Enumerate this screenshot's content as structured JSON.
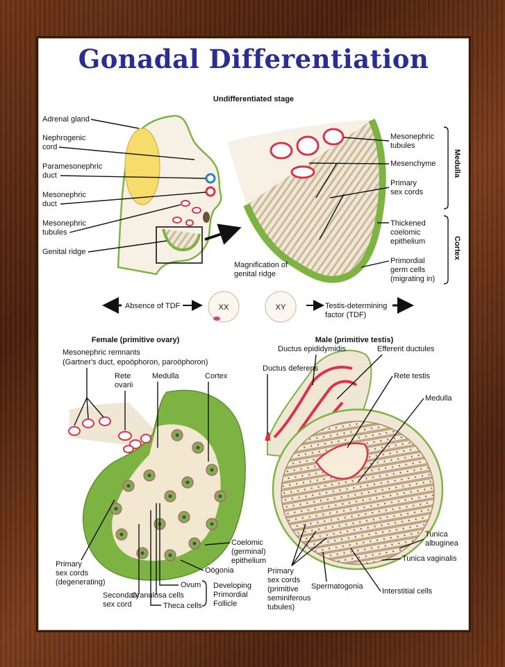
{
  "title": "Gonadal Differentiation",
  "colors": {
    "title": "#2a2f8f",
    "green": "#7cb342",
    "yellow": "#f5dc6b",
    "red": "#d8334a",
    "blue": "#2f7fc1",
    "tissue": "#efe6d4",
    "frame": "#5a2a12"
  },
  "top": {
    "heading": "Undifferentiated stage",
    "labels_left": {
      "adrenal": "Adrenal gland",
      "nephrogenic": [
        "Nephrogenic",
        "cord"
      ],
      "paramesonephric": [
        "Paramesonephric",
        "duct"
      ],
      "mesonephric_duct": [
        "Mesonephric",
        "duct"
      ],
      "mesonephric_tubules": [
        "Mesonephric",
        "tubules"
      ],
      "genital_ridge": "Genital ridge"
    },
    "labels_right": {
      "meso_tubules": [
        "Mesonephric",
        "tubules"
      ],
      "mesenchyme": "Mesenchyme",
      "primary_cords": [
        "Primary",
        "sex cords"
      ],
      "thickened": [
        "Thickened",
        "coelomic",
        "epithelium"
      ],
      "primordial": [
        "Primordial",
        "germ cells",
        "(migrating in)"
      ]
    },
    "magnification": [
      "Magnification of",
      "genital ridge"
    ],
    "side_medulla": "Medulla",
    "side_cortex": "Cortex"
  },
  "middle": {
    "absence": "Absence of TDF",
    "xx": "XX",
    "xy": "XY",
    "testis_factor": [
      "Testis-determining",
      "factor (TDF)"
    ]
  },
  "female": {
    "heading": "Female (primitive ovary)",
    "meso_remnants": [
      "Mesonephric remnants",
      "(Gartner's duct, epoöphoron, paroöphoron)"
    ],
    "rete": [
      "Rete",
      "ovarii"
    ],
    "medulla": "Medulla",
    "cortex": "Cortex",
    "coelomic": [
      "Coelomic",
      "(germinal)",
      "epithelium"
    ],
    "oogonia": "Oögonia",
    "primary_cords": [
      "Primary",
      "sex cords",
      "(degenerating)"
    ],
    "secondary": [
      "Secondary",
      "sex cord"
    ],
    "ovum": "Ovum",
    "granulosa": "Granulosa cells",
    "theca": "Theca cells",
    "follicle": [
      "Developing",
      "Primordial",
      "Follicle"
    ]
  },
  "male": {
    "heading": "Male (primitive testis)",
    "epididymidis": "Ductus epididymidis",
    "efferent": "Efferent ductules",
    "deferens": "Ductus deferens",
    "rete": "Rete testis",
    "medulla": "Medulla",
    "albuginea": [
      "Tunica",
      "albuginea"
    ],
    "vaginalis": "Tunica vaginalis",
    "primary_cords": [
      "Primary",
      "sex cords",
      "(primitive",
      "seminiferous",
      "tubules)"
    ],
    "spermatogonia": "Spermatogonia",
    "interstitial": "Interstitial cells"
  }
}
